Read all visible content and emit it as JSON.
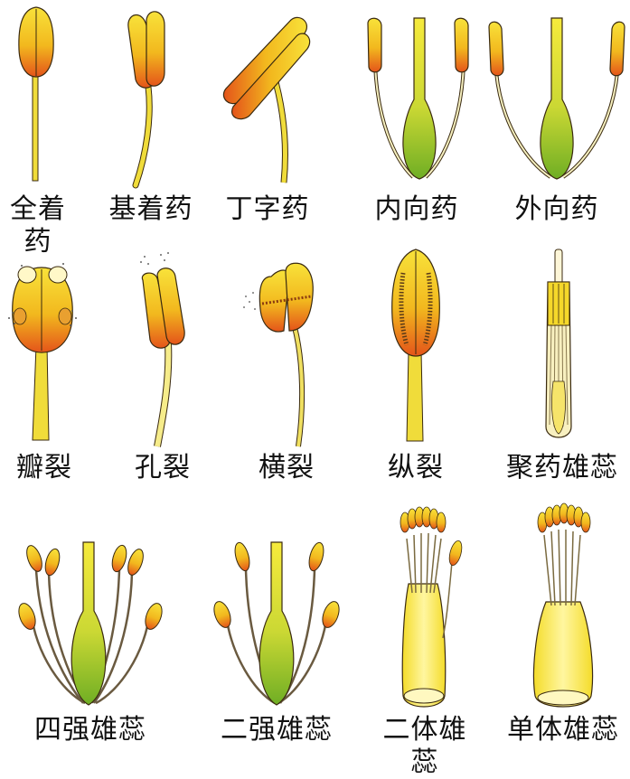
{
  "rows": [
    {
      "items": [
        {
          "label": "全着药"
        },
        {
          "label": "基着药"
        },
        {
          "label": "丁字药"
        },
        {
          "label": "内向药"
        },
        {
          "label": "外向药"
        }
      ]
    },
    {
      "items": [
        {
          "label": "瓣裂"
        },
        {
          "label": "孔裂"
        },
        {
          "label": "横裂"
        },
        {
          "label": "纵裂"
        },
        {
          "label": "聚药雄蕊"
        }
      ]
    },
    {
      "items": [
        {
          "label": "四强雄蕊"
        },
        {
          "label": "二强雄蕊"
        },
        {
          "label": "二体雄蕊"
        },
        {
          "label": "单体雄蕊"
        }
      ]
    }
  ],
  "colors": {
    "anther_yellow": "#f5d21c",
    "anther_orange": "#e8561a",
    "filament": "#f0dc3a",
    "ovary_green": "#8fbf2a",
    "outline": "#3a2a10"
  }
}
